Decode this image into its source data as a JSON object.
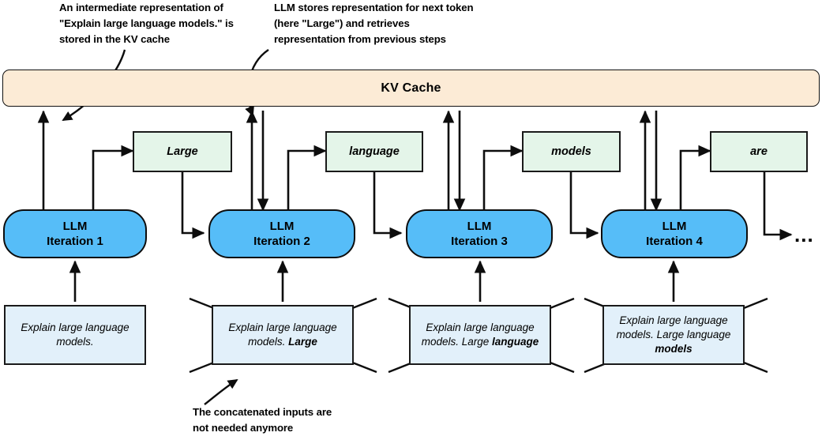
{
  "diagram": {
    "title": "KV Cache LLM autoregressive decoding",
    "colors": {
      "kv_cache_fill": "#FCEBD6",
      "token_fill": "#E4F5E9",
      "llm_fill": "#56BDF8",
      "input_fill": "#E2F0FA",
      "stroke": "#111111",
      "background": "#FFFFFF"
    }
  },
  "annotations": {
    "top_left": "An intermediate representation of\n\"Explain large language models.\" is\nstored in the KV cache",
    "top_middle": "LLM stores representation for next token\n(here \"Large\") and retrieves\nrepresentation from previous steps",
    "bottom": "The concatenated inputs are\nnot needed anymore"
  },
  "kv_cache": {
    "label": "KV Cache"
  },
  "tokens": [
    {
      "id": "token-large",
      "label": "Large"
    },
    {
      "id": "token-language",
      "label": "language"
    },
    {
      "id": "token-models",
      "label": "models"
    },
    {
      "id": "token-are",
      "label": "are"
    }
  ],
  "iterations": [
    {
      "id": "llm-iteration-1",
      "line1": "LLM",
      "line2": "Iteration 1"
    },
    {
      "id": "llm-iteration-2",
      "line1": "LLM",
      "line2": "Iteration 2"
    },
    {
      "id": "llm-iteration-3",
      "line1": "LLM",
      "line2": "Iteration 3"
    },
    {
      "id": "llm-iteration-4",
      "line1": "LLM",
      "line2": "Iteration 4"
    }
  ],
  "inputs": [
    {
      "id": "input-iteration-1",
      "prefix": "Explain large language models.",
      "new_token": "",
      "struck_out": false
    },
    {
      "id": "input-iteration-2",
      "prefix": "Explain large language models. ",
      "new_token": "Large",
      "struck_out": true
    },
    {
      "id": "input-iteration-3",
      "prefix": "Explain large language models. Large ",
      "new_token": "language",
      "struck_out": true
    },
    {
      "id": "input-iteration-4",
      "prefix": "Explain large language models. Large language ",
      "new_token": "models",
      "struck_out": true
    }
  ],
  "continuation": {
    "label": "..."
  }
}
